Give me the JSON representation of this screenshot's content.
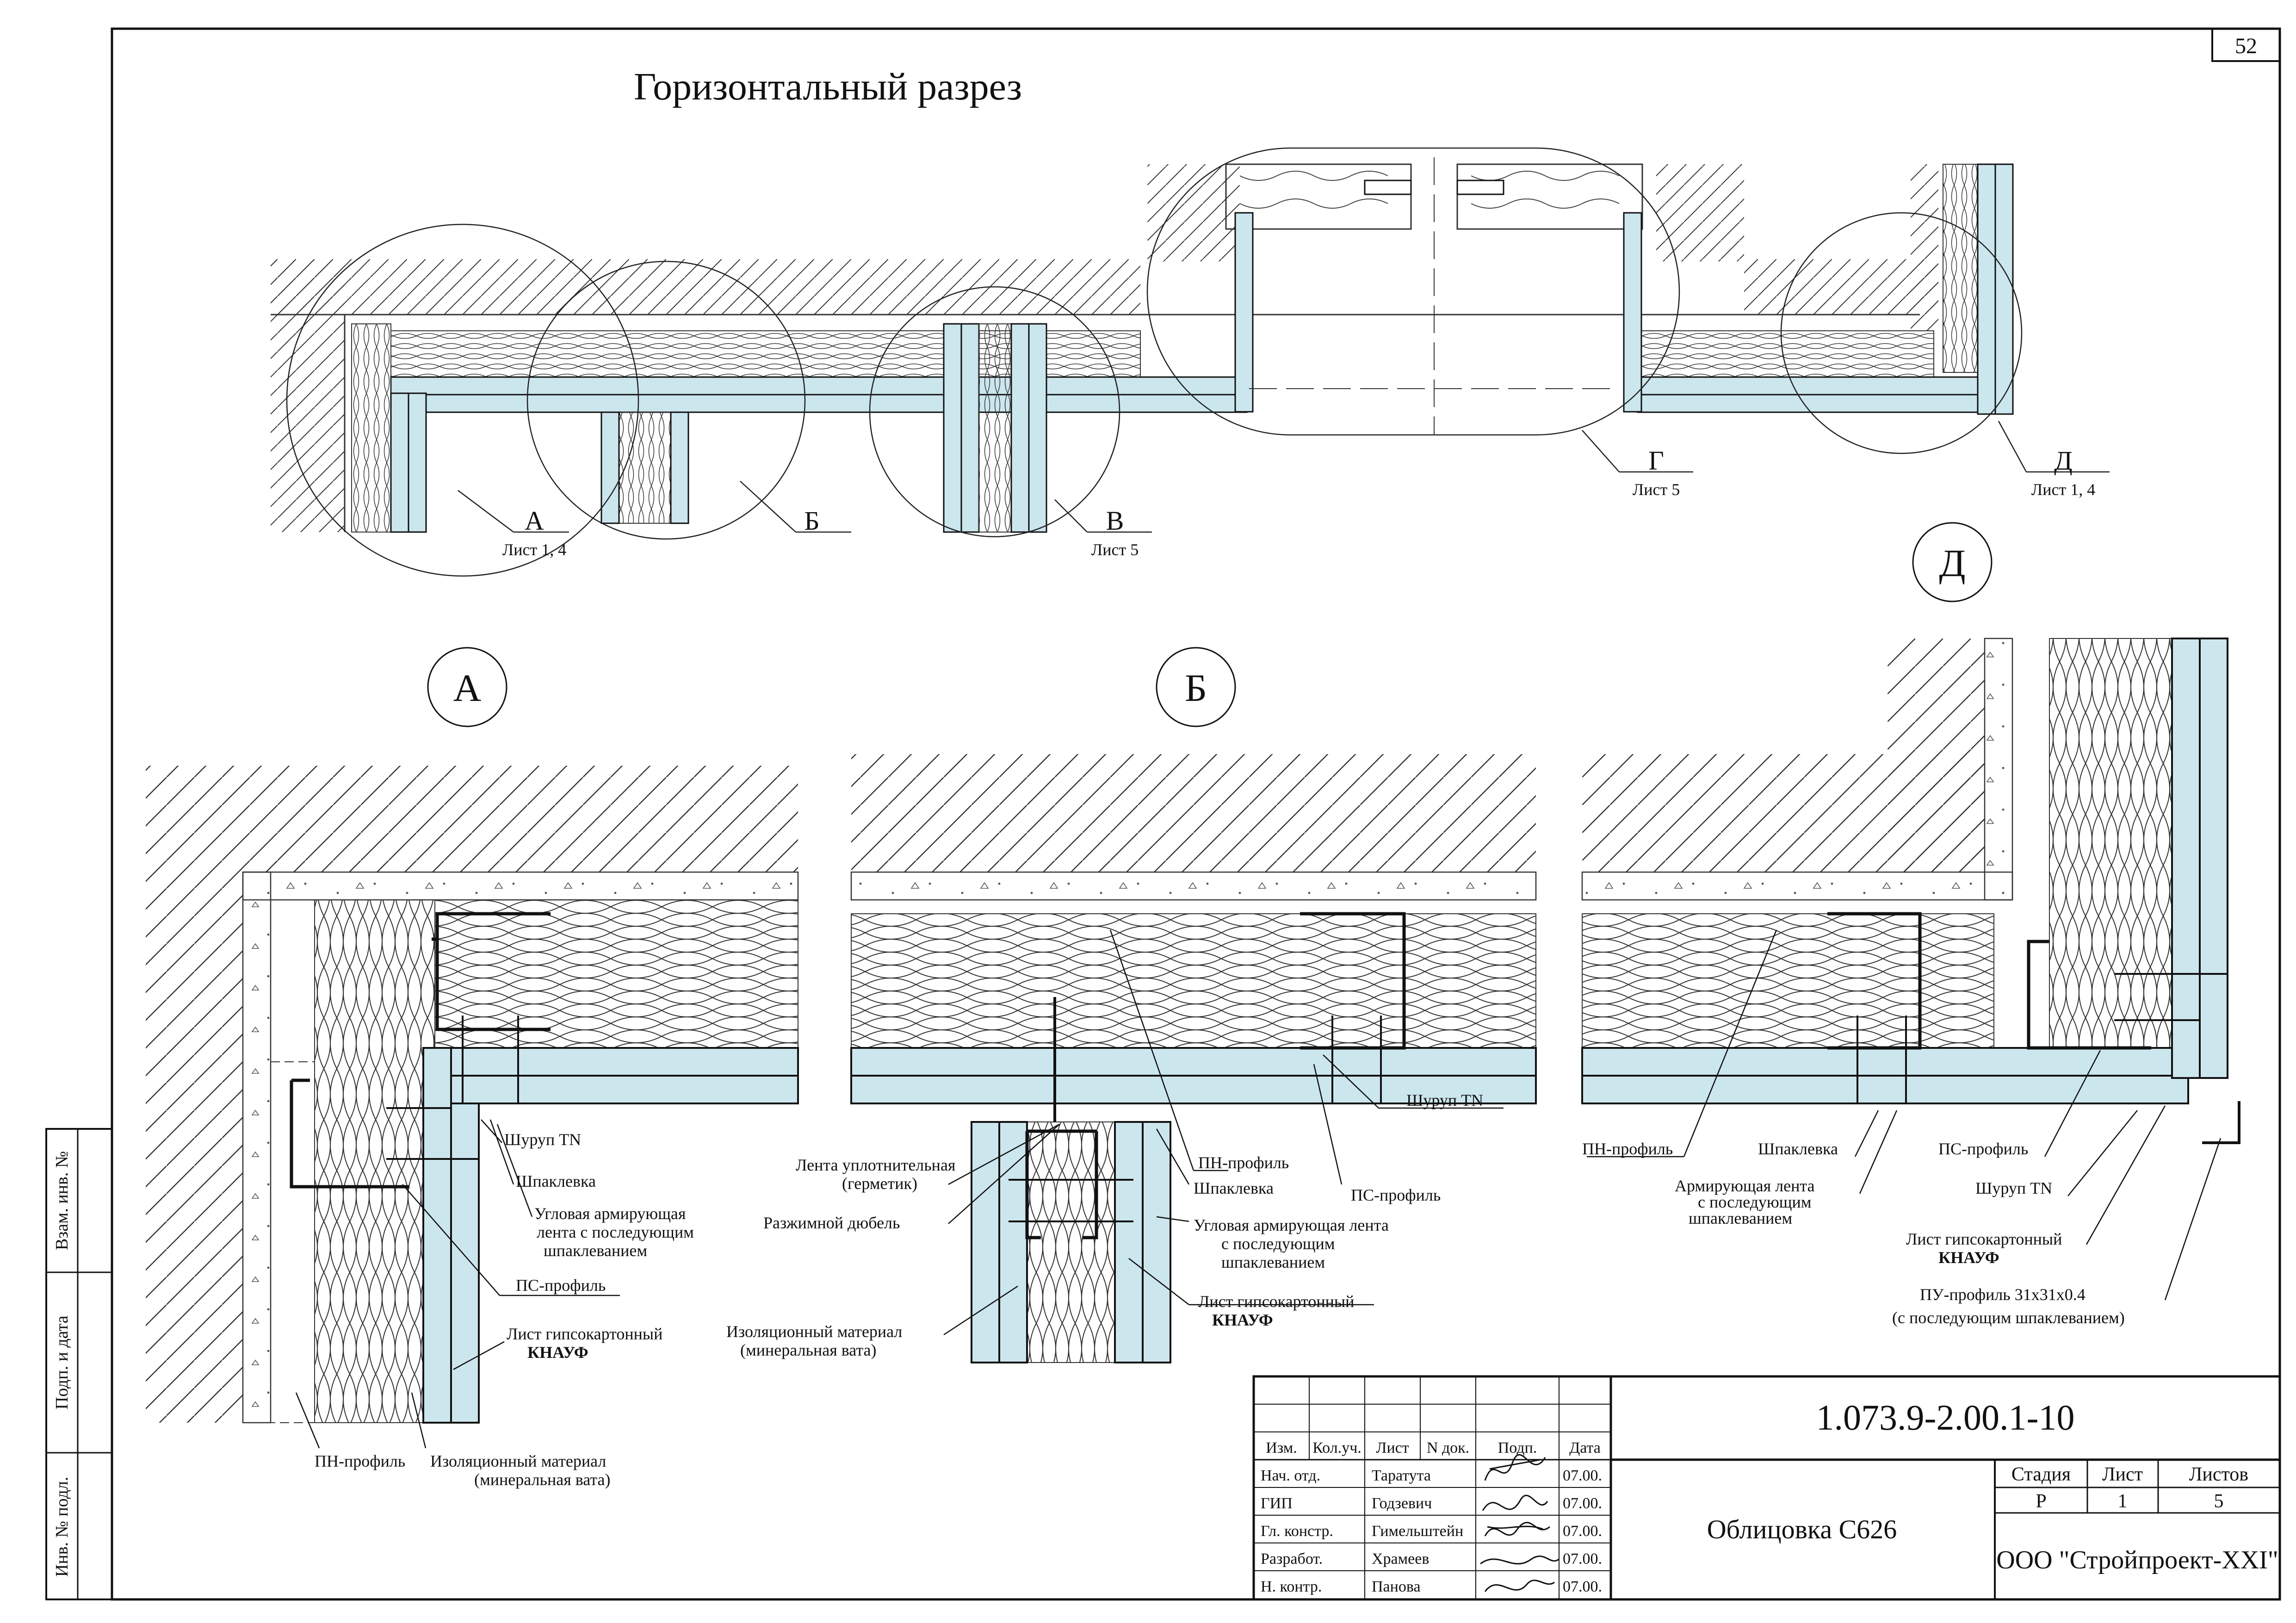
{
  "sheet_number": "52",
  "title": "Горизонтальный разрез",
  "overview_markers": [
    {
      "letter": "А",
      "ref": "Лист 1, 4"
    },
    {
      "letter": "Б",
      "ref": ""
    },
    {
      "letter": "В",
      "ref": "Лист 5"
    },
    {
      "letter": "Г",
      "ref": "Лист 5"
    },
    {
      "letter": "Д",
      "ref": "Лист 1, 4"
    }
  ],
  "detail_circles": {
    "a": "А",
    "b": "Б",
    "d": "Д"
  },
  "labels_a": {
    "screw": "Шуруп TN",
    "putty": "Шпаклевка",
    "corner_tape_1": "Угловая армирующая",
    "corner_tape_2": "лента с последующим",
    "corner_tape_3": "шпаклеванием",
    "ps_profile": "ПС-профиль",
    "gkl_1": "Лист гипсокартонный",
    "gkl_2": "КНАУФ",
    "pn_profile": "ПН-профиль",
    "insul_1": "Изоляционный материал",
    "insul_2": "(минеральная вата)"
  },
  "labels_b": {
    "pn_profile": "ПН-профиль",
    "screw": "Шуруп TN",
    "seal_1": "Лента уплотнительная",
    "seal_2": "(герметик)",
    "dowel": "Разжимной дюбель",
    "putty": "Шпаклевка",
    "ps_profile": "ПС-профиль",
    "corner_tape_1": "Угловая армирующая лента",
    "corner_tape_2": "с последующим",
    "corner_tape_3": "шпаклеванием",
    "gkl_1": "Лист гипсокартонный",
    "gkl_2": "КНАУФ",
    "insul_1": "Изоляционный материал",
    "insul_2": "(минеральная вата)"
  },
  "labels_d": {
    "pn_profile": "ПН-профиль",
    "putty": "Шпаклевка",
    "ps_profile": "ПС-профиль",
    "tape_1": "Армирующая лента",
    "tape_2": "с последующим",
    "tape_3": "шпаклеванием",
    "screw": "Шуруп TN",
    "gkl_1": "Лист гипсокартонный",
    "gkl_2": "КНАУФ",
    "pu_1": "ПУ-профиль 31х31х0.4",
    "pu_2": "(с последующим шпаклеванием)"
  },
  "side_stamp": [
    "Взам. инв. №",
    "Подп. и дата",
    "Инв. № подл."
  ],
  "title_block": {
    "code": "1.073.9-2.00.1-10",
    "headers": [
      "Изм.",
      "Кол.уч.",
      "Лист",
      "N док.",
      "Подп.",
      "Дата"
    ],
    "rows": [
      {
        "role": "Нач. отд.",
        "name": "Таратута",
        "date": "07.00."
      },
      {
        "role": "ГИП",
        "name": "Годзевич",
        "date": "07.00."
      },
      {
        "role": "Гл. констр.",
        "name": "Гимельштейн",
        "date": "07.00."
      },
      {
        "role": "Разработ.",
        "name": "Храмеев",
        "date": "07.00."
      },
      {
        "role": "Н. контр.",
        "name": "Панова",
        "date": "07.00."
      }
    ],
    "drawing_name": "Облицовка С626",
    "stage_label": "Стадия",
    "sheet_label": "Лист",
    "sheets_label": "Листов",
    "stage": "Р",
    "sheet": "1",
    "sheets": "5",
    "company": "ООО \"Стройпроект-XXI\""
  },
  "colors": {
    "board": "#cce6ee",
    "line": "#111111"
  }
}
